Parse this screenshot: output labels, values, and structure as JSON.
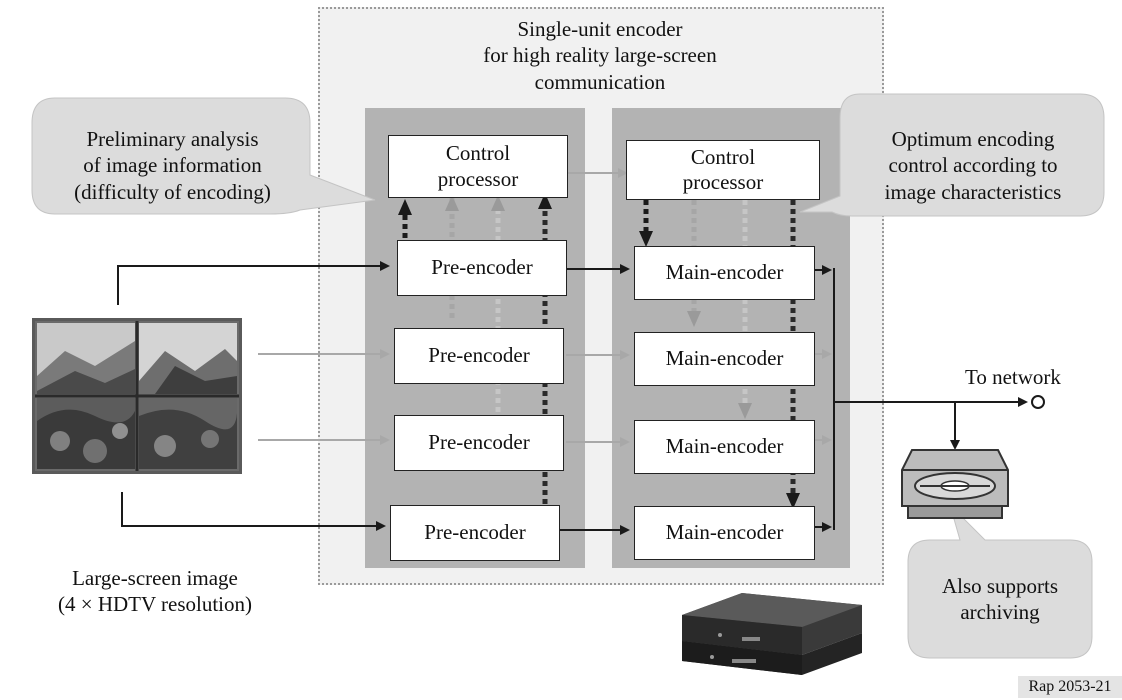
{
  "unit": {
    "title_lines": [
      "Single-unit encoder",
      "for high reality large-screen",
      "communication"
    ]
  },
  "callouts": {
    "left_lines": [
      "Preliminary analysis",
      "of image information",
      "(difficulty of encoding)"
    ],
    "right_lines": [
      "Optimum encoding",
      "control according to",
      "image characteristics"
    ],
    "archive_lines": [
      "Also supports",
      "archiving"
    ]
  },
  "pre_stage": {
    "control_lines": [
      "Control",
      "processor"
    ],
    "encoders": [
      "Pre-encoder",
      "Pre-encoder",
      "Pre-encoder",
      "Pre-encoder"
    ]
  },
  "main_stage": {
    "control_lines": [
      "Control",
      "processor"
    ],
    "encoders": [
      "Main-encoder",
      "Main-encoder",
      "Main-encoder",
      "Main-encoder"
    ]
  },
  "input": {
    "caption_lines": [
      "Large-screen image",
      "(4 × HDTV resolution)"
    ]
  },
  "output": {
    "network_label": "To network"
  },
  "figure_id": "Rap 2053-21",
  "colors": {
    "panel_gray": "#b3b3b3",
    "callout_gray": "#dcdcdc",
    "arrow_dark": "#1a1a1a",
    "arrow_light": "#a8a8a8"
  },
  "icons": [
    "image-mosaic-icon",
    "disc-drive-icon",
    "encoder-hardware-icon"
  ]
}
